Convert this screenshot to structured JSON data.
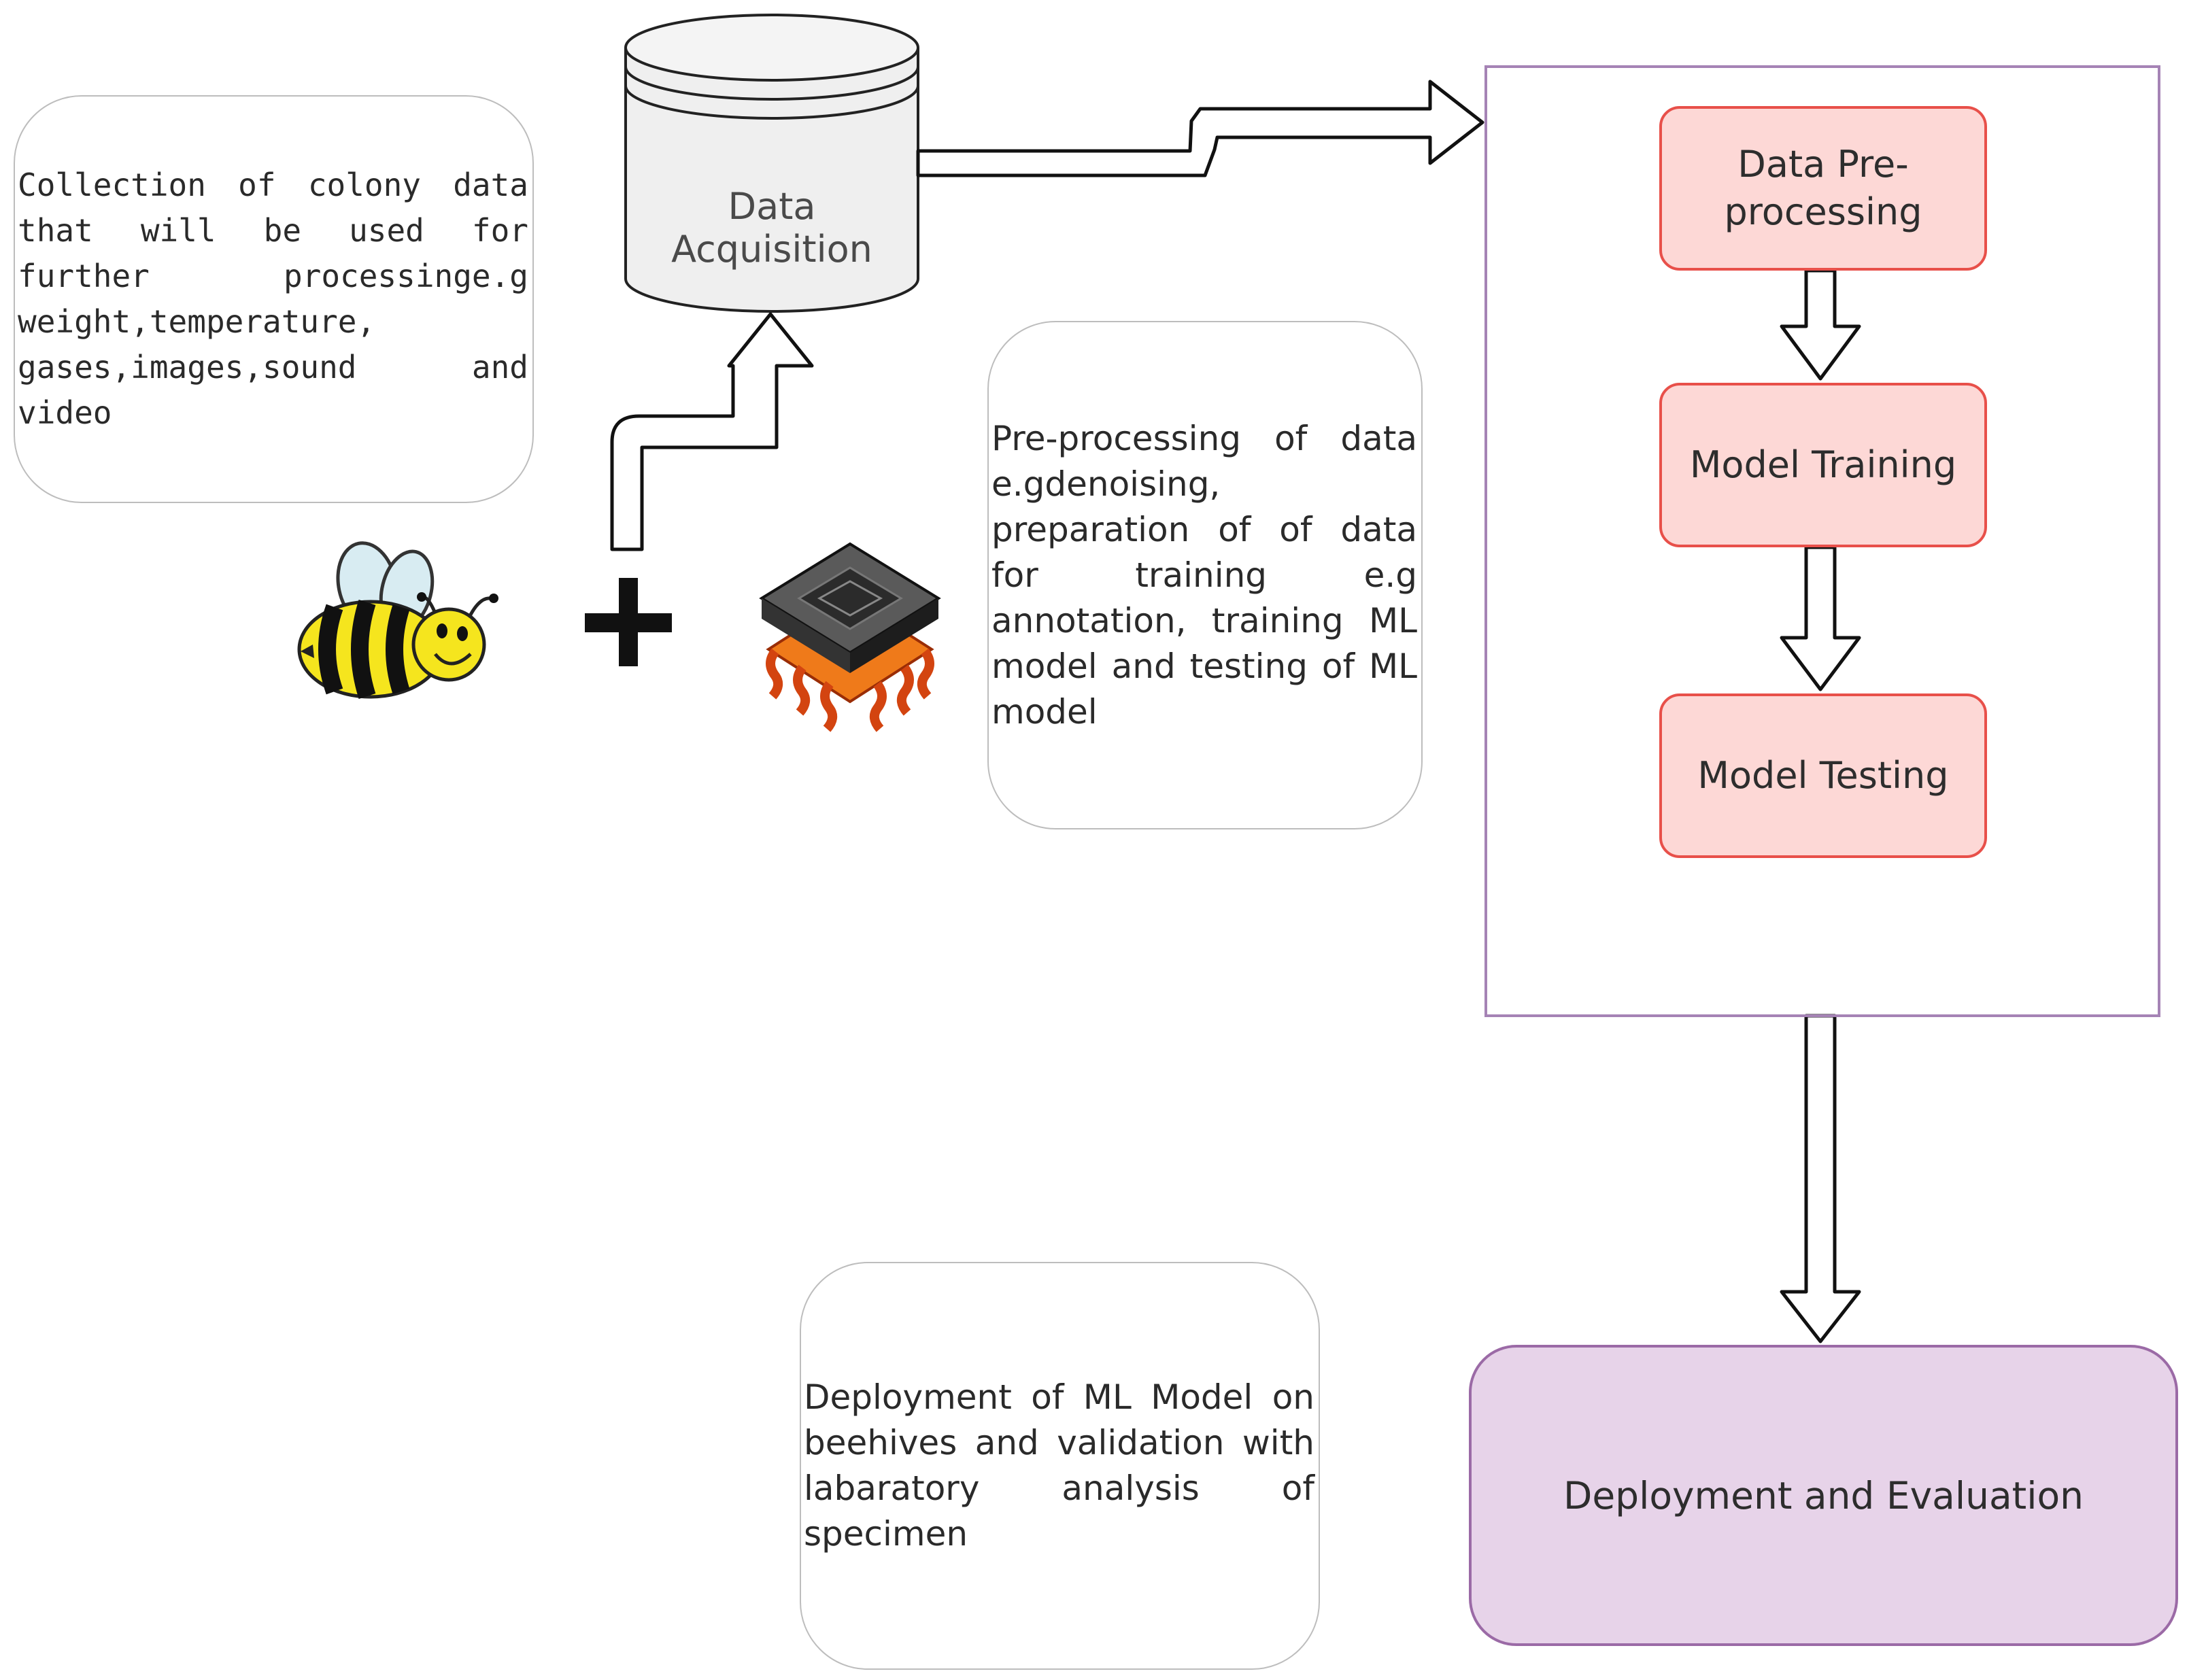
{
  "diagram": {
    "data_store": {
      "label": "Data Acquisition"
    },
    "notes": {
      "collection": "Collection of colony data that will be used for further processinge.g weight,temperature, gases,images,sound and video",
      "preprocessing": "Pre-processing of data e.gdenoising, preparation of of data for training e.g annotation, training ML model and testing of ML model",
      "deployment": "Deployment of ML Model on beehives and validation with labaratory analysis of specimen"
    },
    "pipeline": {
      "step1": "Data Pre-processing",
      "step2": "Model Training",
      "step3": "Model Testing"
    },
    "final_stage": "Deployment and Evaluation",
    "icons": [
      "bee-icon",
      "plus-icon",
      "microchip-icon"
    ],
    "colors": {
      "process_fill": "#fdd8d6",
      "process_stroke": "#e8504a",
      "deploy_fill": "#e7d3e9",
      "deploy_stroke": "#9b6aa6",
      "frame_stroke": "#a583b5"
    }
  }
}
